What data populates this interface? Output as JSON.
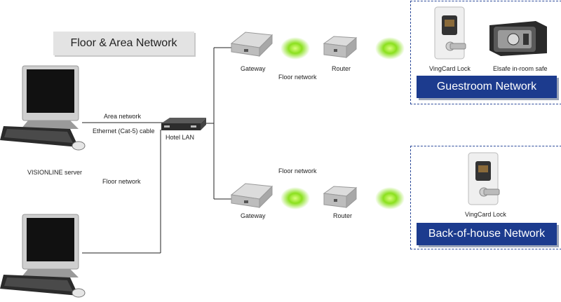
{
  "title": "Floor & Area Network",
  "labels": {
    "area_network": "Area network",
    "ethernet_cable": "Ethernet (Cat-5) cable",
    "hotel_lan": "Hotel LAN",
    "server": "VISIONLINE server",
    "floor_network_left": "Floor network",
    "gateway_top": "Gateway",
    "floor_network_top": "Floor network",
    "router_top": "Router",
    "floor_network_bottom": "Floor network",
    "gateway_bottom": "Gateway",
    "router_bottom": "Router",
    "vingcard_lock_guest": "VingCard Lock",
    "elsafe": "Elsafe in-room safe",
    "vingcard_lock_boh": "VingCard Lock"
  },
  "zones": {
    "guestroom": "Guestroom Network",
    "back_of_house": "Back-of-house Network"
  },
  "colors": {
    "zone_band": "#1c3b8e",
    "zone_border": "#2c4a9a",
    "signal_glow": "#7ddc1f"
  }
}
